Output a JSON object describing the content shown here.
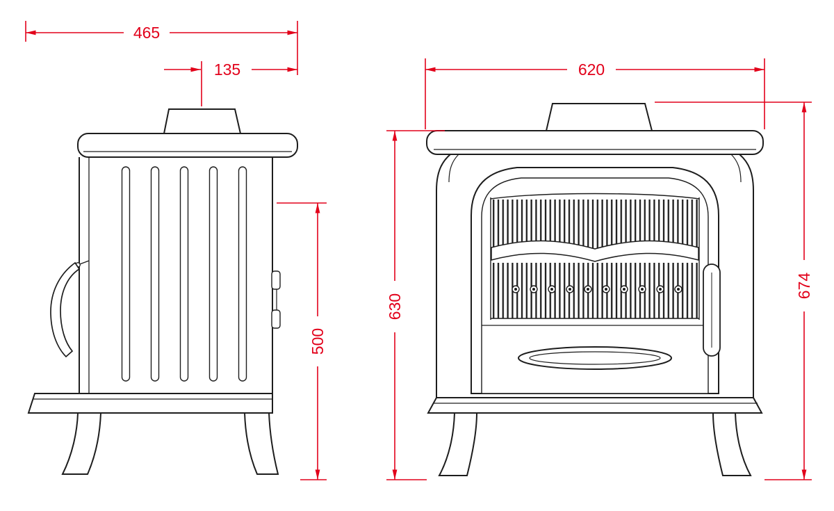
{
  "colors": {
    "background": "#ffffff",
    "line": "#1d1d1d",
    "dimension": "#e2001a"
  },
  "dimensions": {
    "depth_overall": "465",
    "flue_offset": "135",
    "outlet_height": "500",
    "width_overall": "620",
    "body_height": "630",
    "height_overall": "674"
  }
}
